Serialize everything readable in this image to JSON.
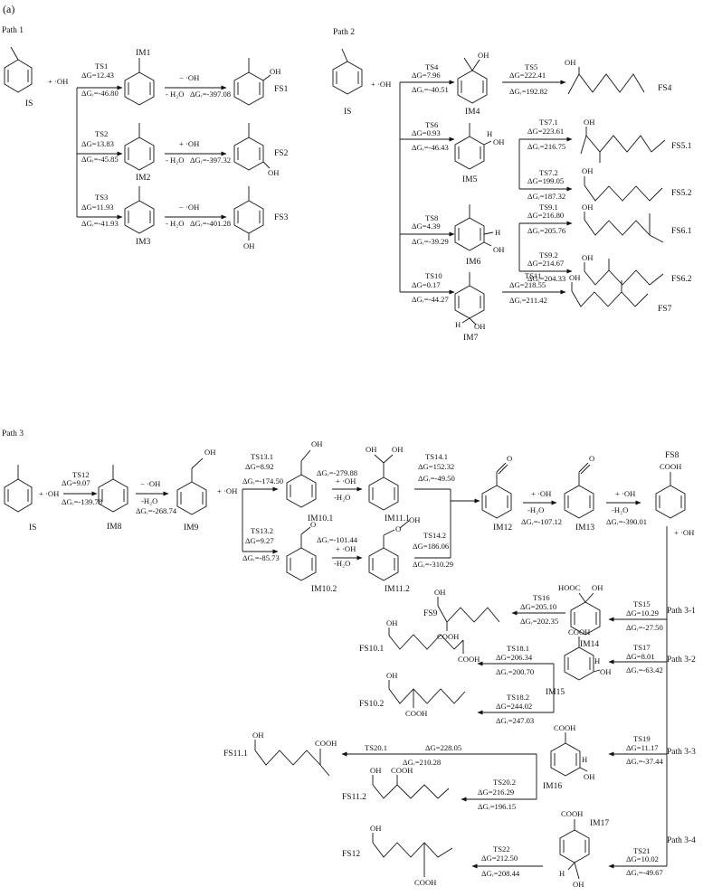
{
  "panel_label": "(a)",
  "paths": {
    "p1": "Path 1",
    "p2": "Path 2",
    "p3": "Path 3",
    "p31": "Path 3-1",
    "p32": "Path 3-2",
    "p33": "Path 3-3",
    "p34": "Path 3-4"
  },
  "reagents": {
    "plus_oh": "+ ·OH",
    "minus_oh": "− ·OH",
    "minus_h2o": "- H₂O",
    "minus_h2o_b": "-H₂O"
  },
  "species": {
    "IS": "IS",
    "IM1": "IM1",
    "IM2": "IM2",
    "IM3": "IM3",
    "FS1": "FS1",
    "FS2": "FS2",
    "FS3": "FS3",
    "IM4": "IM4",
    "IM5": "IM5",
    "IM6": "IM6",
    "IM7": "IM7",
    "FS4": "FS4",
    "FS51": "FS5.1",
    "FS52": "FS5.2",
    "FS61": "FS6.1",
    "FS62": "FS6.2",
    "FS7": "FS7",
    "IM8": "IM8",
    "IM9": "IM9",
    "IM101": "IM10.1",
    "IM102": "IM10.2",
    "IM111": "IM11.1",
    "IM112": "IM11.2",
    "IM12": "IM12",
    "IM13": "IM13",
    "FS8": "FS8",
    "IM14": "IM14",
    "IM15": "IM15",
    "IM16": "IM16",
    "IM17": "IM17",
    "FS9": "FS9",
    "FS101": "FS10.1",
    "FS102": "FS10.2",
    "FS111": "FS11.1",
    "FS112": "FS11.2",
    "FS12": "FS12"
  },
  "groups": {
    "OH": "OH",
    "COOH": "COOH",
    "HOOC": "HOOC",
    "H": "H",
    "O": "O"
  },
  "ts": {
    "TS1": "TS1",
    "TS2": "TS2",
    "TS3": "TS3",
    "TS4": "TS4",
    "TS5": "TS5",
    "TS6": "TS6",
    "TS71": "TS7.1",
    "TS72": "TS7.2",
    "TS8": "TS8",
    "TS91": "TS9.1",
    "TS92": "TS9.2",
    "TS10": "TS10",
    "TS11": "TS11",
    "TS12": "TS12",
    "TS131": "TS13.1",
    "TS132": "TS13.2",
    "TS141": "TS14.1",
    "TS142": "TS14.2",
    "TS15": "TS15",
    "TS16": "TS16",
    "TS17": "TS17",
    "TS181": "TS18.1",
    "TS182": "TS18.2",
    "TS19": "TS19",
    "TS201": "TS20.1",
    "TS202": "TS20.2",
    "TS21": "TS21",
    "TS22": "TS22"
  },
  "energies": {
    "ts1_g": "ΔG=12.43",
    "ts1_gr": "ΔGᵣ=-46.80",
    "im1_gr": "ΔGᵣ=-397.08",
    "ts2_g": "ΔG=13.83",
    "ts2_gr": "ΔGᵣ=-45.85",
    "im2_gr": "ΔGᵣ=-397.32",
    "ts3_g": "ΔG=11.93",
    "ts3_gr": "ΔGᵣ=-41.93",
    "im3_gr": "ΔGᵣ=-401.28",
    "ts4_g": "ΔG=7.96",
    "ts4_gr": "ΔGᵣ=-40.51",
    "ts5_g": "ΔG=222.41",
    "ts5_gr": "ΔGᵣ=192.82",
    "ts6_g": "ΔG=0.93",
    "ts6_gr": "ΔGᵣ=-46.43",
    "ts71_g": "ΔG=223.61",
    "ts71_gr": "ΔGᵣ=216.75",
    "ts72_g": "ΔG=199.05",
    "ts72_gr": "ΔGᵣ=187.32",
    "ts8_g": "ΔG=4.39",
    "ts8_gr": "ΔGᵣ=-39.29",
    "ts91_g": "ΔG=216.80",
    "ts91_gr": "ΔGᵣ=205.76",
    "ts92_g": "ΔG=214.67",
    "ts92_gr": "ΔGᵣ=204.33",
    "ts10_g": "ΔG=0.17",
    "ts10_gr": "ΔGᵣ=-44.27",
    "ts11_g": "ΔG=218.55",
    "ts11_gr": "ΔGᵣ=211.42",
    "ts12_g": "ΔG=9.07",
    "ts12_gr": "ΔGᵣ=-139.78",
    "im8_gr": "ΔGᵣ=-268.74",
    "ts131_g": "ΔG=8.92",
    "ts131_gr": "ΔGᵣ=-174.50",
    "im101_gr": "ΔGᵣ=-279.88",
    "ts132_g": "ΔG=9.27",
    "ts132_gr": "ΔGᵣ=-85.73",
    "im102_gr": "ΔGᵣ=-101.44",
    "ts141_g": "ΔG=152.32",
    "ts141_gr": "ΔGᵣ=-49.50",
    "ts142_g": "ΔG=186.06",
    "ts142_gr": "ΔGᵣ=-310.29",
    "im12_gr": "ΔGᵣ=-107.12",
    "im13_gr": "ΔGᵣ=-390.01",
    "ts15_g": "ΔG=10.29",
    "ts15_gr": "ΔGᵣ=-27.50",
    "ts16_g": "ΔG=205.10",
    "ts16_gr": "ΔGᵣ=202.35",
    "ts17_g": "ΔG=8.01",
    "ts17_gr": "ΔGᵣ=-63.42",
    "ts181_g": "ΔG=206.34",
    "ts181_gr": "ΔGᵣ=200.70",
    "ts182_g": "ΔG=244.02",
    "ts182_gr": "ΔGᵣ=247.03",
    "ts19_g": "ΔG=11.17",
    "ts19_gr": "ΔGᵣ=-37.44",
    "ts201_g": "ΔG=228.05",
    "ts201_gr": "ΔGᵣ=210.28",
    "ts202_g": "ΔG=216.29",
    "ts202_gr": "ΔGᵣ=196.15",
    "ts21_g": "ΔG=10.02",
    "ts21_gr": "ΔGᵣ=-49.67",
    "ts22_g": "ΔG=212.50",
    "ts22_gr": "ΔGᵣ=208.44"
  }
}
